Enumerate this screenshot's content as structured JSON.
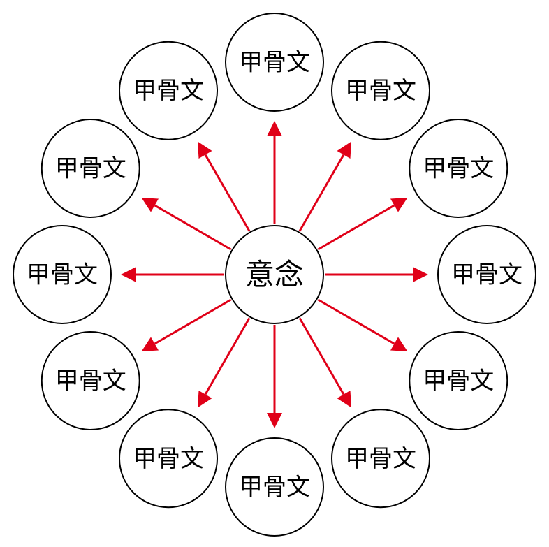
{
  "diagram": {
    "center_label": "意念",
    "satellite_labels": [
      "甲骨文",
      "甲骨文",
      "甲骨文",
      "甲骨文",
      "甲骨文",
      "甲骨文",
      "甲骨文",
      "甲骨文",
      "甲骨文",
      "甲骨文",
      "甲骨文",
      "甲骨文"
    ],
    "colors": {
      "arrow": "#e00018",
      "circle_stroke": "#000000",
      "background": "#ffffff"
    }
  }
}
